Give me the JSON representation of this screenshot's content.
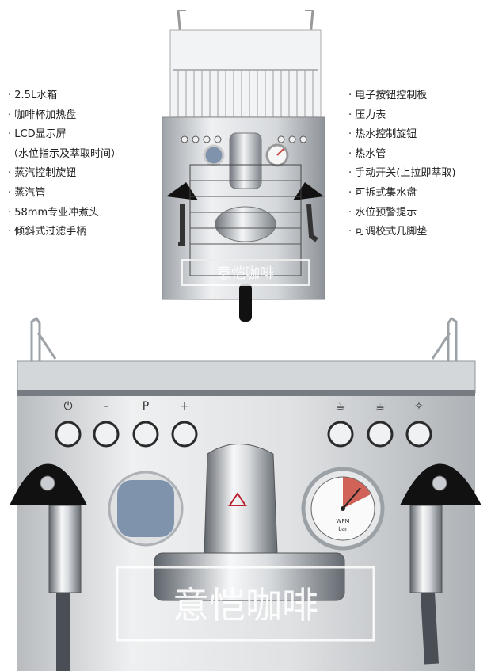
{
  "features_left": [
    "· 2.5L水箱",
    "· 咖啡杯加热盘",
    "· LCD显示屏",
    "（水位指示及萃取时间）",
    "· 蒸汽控制旋钮",
    "· 蒸汽管",
    "· 58mm专业冲煮头",
    "· 倾斜式过滤手柄"
  ],
  "features_right": [
    "· 电子按钮控制板",
    "· 压力表",
    "· 热水控制旋钮",
    "· 热水管",
    "· 手动开关(上拉即萃取)",
    "· 可拆式集水盘",
    "· 水位预警提示",
    "· 可调校式几脚垫"
  ],
  "panel_icons": {
    "left": [
      "power-icon",
      "minus-icon",
      "p-icon",
      "plus-icon"
    ],
    "left_glyphs": [
      "⏻",
      "–",
      "P",
      "+"
    ],
    "right": [
      "single-cup-icon",
      "double-cup-icon",
      "clean-sparkle-icon"
    ],
    "right_glyphs": [
      "☕",
      "☕",
      "✧"
    ]
  },
  "gauge": {
    "brand": "WPM",
    "unit": "bar",
    "max": 16
  },
  "watermark": "意恺咖啡",
  "colors": {
    "steel": "#c9ccd0",
    "knob": "#111111",
    "gauge_red": "#c8463b",
    "lcd": "#7f93ad"
  }
}
